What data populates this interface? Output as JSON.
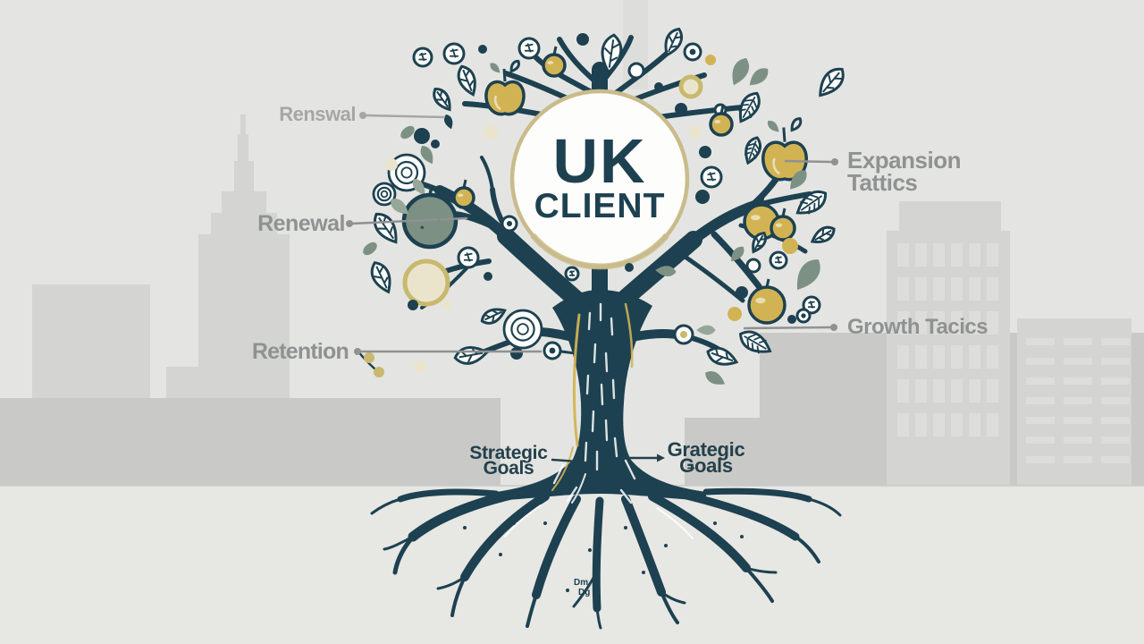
{
  "title": {
    "top": "UK",
    "bottom": "CLIENT"
  },
  "labels": {
    "renewal_top": "Renswal",
    "renewal_mid": "Renewal",
    "retention": "Retention",
    "expansion_line1": "Expansion",
    "expansion_line2": "Tattics",
    "growth": "Growth Tacics",
    "strategic_line1": "Strategic",
    "strategic_line2": "Goals",
    "grategic_line1": "Grategic",
    "grategic_line2": "Ǥoals"
  },
  "root_marks": {
    "line1": "Dm",
    "line2": "Dg"
  },
  "colors": {
    "background": "#e4e5e2",
    "ground": "#e7e7e4",
    "skyline": "#d4d5d2",
    "skyline_band": "#c9cac7",
    "window": "#dfe0dd",
    "tree": "#1d4150",
    "sage": "#7c9184",
    "sage_light": "#96a79a",
    "gold": "#d2b354",
    "khaki": "#c8b96e",
    "cream": "#eae4cc",
    "label_gray": "#8f9192",
    "label_gray_light": "#a6a7a5",
    "label_dark": "#24404b",
    "circle_ring": "#c9bb8b",
    "white": "#fdfdfb"
  }
}
